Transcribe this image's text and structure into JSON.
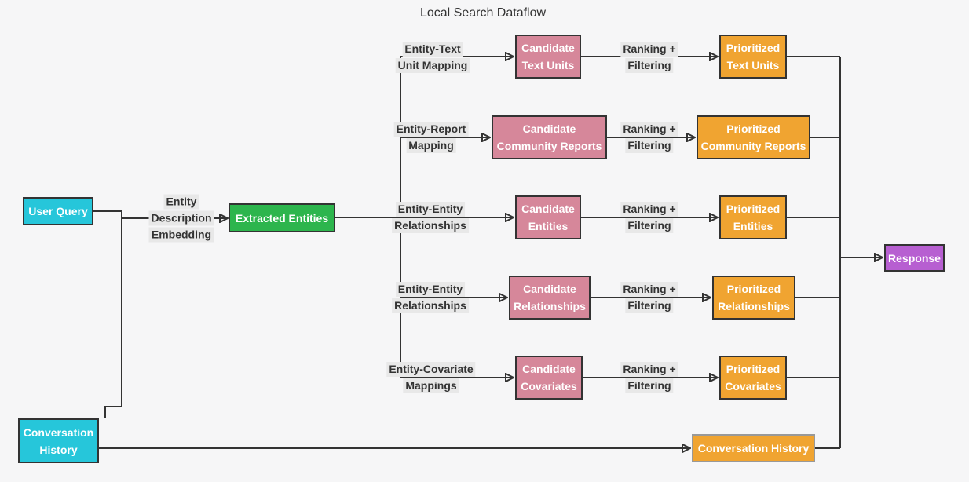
{
  "title": "Local Search Dataflow",
  "colors": {
    "background": "#f6f6f7",
    "edge_line": "#333333",
    "node_border": "#333333",
    "node_text": "#ffffff",
    "edge_label_text": "#333333",
    "edge_label_background": "#e8e8e8",
    "cyan": "#26C6DA",
    "green": "#2DB54D",
    "pink": "#D6879A",
    "orange": "#F0A431",
    "purple": "#B75FD1",
    "conversation_history_output_border": "#999999"
  },
  "nodes": {
    "user_query": {
      "label": "User Query",
      "color": "#26C6DA"
    },
    "conversation_history_input": {
      "label": "Conversation History",
      "color": "#26C6DA"
    },
    "extracted_entities": {
      "label": "Extracted Entities",
      "color": "#2DB54D"
    },
    "candidate_text_units": {
      "label": "Candidate Text Units",
      "color": "#D6879A"
    },
    "candidate_community_reports": {
      "label": "Candidate Community Reports",
      "color": "#D6879A"
    },
    "candidate_entities": {
      "label": "Candidate Entities",
      "color": "#D6879A"
    },
    "candidate_relationships": {
      "label": "Candidate Relationships",
      "color": "#D6879A"
    },
    "candidate_covariates": {
      "label": "Candidate Covariates",
      "color": "#D6879A"
    },
    "prioritized_text_units": {
      "label": "Prioritized Text Units",
      "color": "#F0A431"
    },
    "prioritized_community_reports": {
      "label": "Prioritized Community Reports",
      "color": "#F0A431"
    },
    "prioritized_entities": {
      "label": "Prioritized Entities",
      "color": "#F0A431"
    },
    "prioritized_relationships": {
      "label": "Prioritized Relationships",
      "color": "#F0A431"
    },
    "prioritized_covariates": {
      "label": "Prioritized Covariates",
      "color": "#F0A431"
    },
    "conversation_history_output": {
      "label": "Conversation History",
      "color": "#F0A431"
    },
    "response": {
      "label": "Response",
      "color": "#B75FD1"
    }
  },
  "edge_labels": {
    "entity_description_embedding": {
      "lines": [
        "Entity",
        "Description",
        "Embedding"
      ]
    },
    "entity_text_unit_mapping": {
      "lines": [
        "Entity-Text",
        "Unit Mapping"
      ]
    },
    "entity_report_mapping": {
      "lines": [
        "Entity-Report",
        "Mapping"
      ]
    },
    "entity_entity_relationships_upper": {
      "lines": [
        "Entity-Entity",
        "Relationships"
      ]
    },
    "entity_entity_relationships_lower": {
      "lines": [
        "Entity-Entity",
        "Relationships"
      ]
    },
    "entity_covariate_mappings": {
      "lines": [
        "Entity-Covariate",
        "Mappings"
      ]
    },
    "ranking_filtering": {
      "lines": [
        "Ranking +",
        "Filtering"
      ]
    }
  }
}
